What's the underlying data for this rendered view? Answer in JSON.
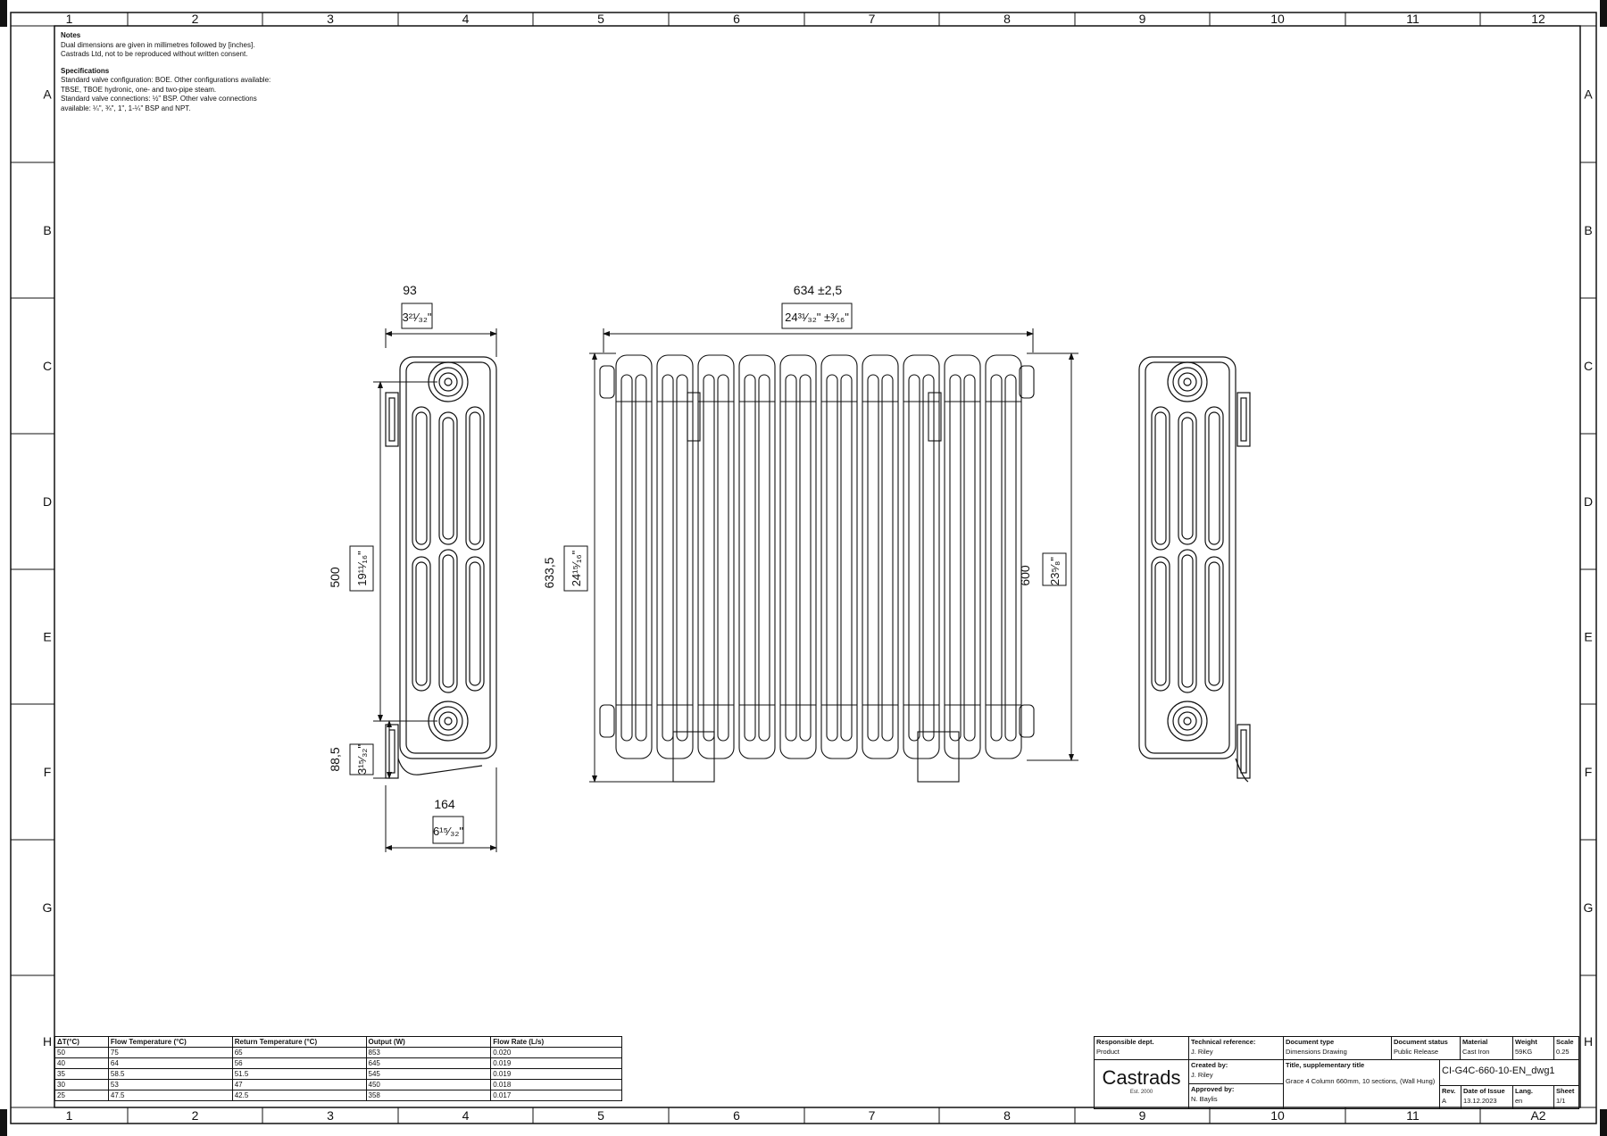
{
  "grid": {
    "cols": [
      "1",
      "2",
      "3",
      "4",
      "5",
      "6",
      "7",
      "8",
      "9",
      "10",
      "11",
      "12"
    ],
    "rows": [
      "A",
      "B",
      "C",
      "D",
      "E",
      "F",
      "G",
      "H"
    ],
    "sheet_size": "A2"
  },
  "notes": {
    "heading": "Notes",
    "lines": [
      "Dual dimensions are given in millimetres followed by [inches].",
      "Castrads Ltd, not to be reproduced without written consent."
    ],
    "spec_heading": "Specifications",
    "spec_lines": [
      "Standard valve configuration: BOE. Other configurations available:",
      "TBSE, TBOE hydronic, one- and two-pipe steam.",
      "Standard valve connections: ½\" BSP. Other valve connections",
      "available: ¼\", ¾\", 1\", 1-¼\" BSP and NPT."
    ]
  },
  "dimensions": {
    "side_depth_mm": "93",
    "side_depth_in": "3²¹⁄₃₂\"",
    "side_centres_mm": "500",
    "side_centres_in": "19¹¹⁄₁₆\"",
    "side_bottom_mm": "88,5",
    "side_bottom_in": "3¹⁵⁄₃₂\"",
    "side_width_mm": "164",
    "side_width_in": "6¹⁵⁄₃₂\"",
    "front_length_mm": "634  ±2,5",
    "front_length_in": "24³¹⁄₃₂\"  ±³⁄₁₆\"",
    "front_height_mm": "633,5",
    "front_height_in": "24¹⁵⁄₁₆\"",
    "front_body_mm": "600",
    "front_body_in": "23⁵⁄₈\""
  },
  "performance": {
    "headers": [
      "ΔT(°C)",
      "Flow Temperature (°C)",
      "Return Temperature (°C)",
      "Output (W)",
      "Flow Rate (L/s)"
    ],
    "rows": [
      [
        "50",
        "75",
        "65",
        "853",
        "0.020"
      ],
      [
        "40",
        "64",
        "56",
        "645",
        "0.019"
      ],
      [
        "35",
        "58.5",
        "51.5",
        "545",
        "0.019"
      ],
      [
        "30",
        "53",
        "47",
        "450",
        "0.018"
      ],
      [
        "25",
        "47.5",
        "42.5",
        "358",
        "0.017"
      ]
    ]
  },
  "title_block": {
    "responsible_dept_label": "Responsible dept.",
    "responsible_dept": "Product",
    "tech_ref_label": "Technical reference:",
    "tech_ref": "J. Riley",
    "doc_type_label": "Document type",
    "doc_type": "Dimensions Drawing",
    "doc_status_label": "Document status",
    "doc_status": "Public Release",
    "material_label": "Material",
    "material": "Cast Iron",
    "weight_label": "Weight",
    "weight": "59KG",
    "scale_label": "Scale",
    "scale": "0.25",
    "logo": "Castrads",
    "logo_est": "Est. 2000",
    "created_by_label": "Created by:",
    "created_by": "J. Riley",
    "approved_by_label": "Approved by:",
    "approved_by": "N. Baylis",
    "title_label": "Title, supplementary title",
    "title": "Grace 4 Column 660mm, 10 sections, (Wall Hung)",
    "doc_number": "CI-G4C-660-10-EN_dwg1",
    "rev_label": "Rev.",
    "rev": "A",
    "date_label": "Date of Issue",
    "date": "13.12.2023",
    "lang_label": "Lang.",
    "lang": "en",
    "sheet_label": "Sheet",
    "sheet": "1/1"
  }
}
